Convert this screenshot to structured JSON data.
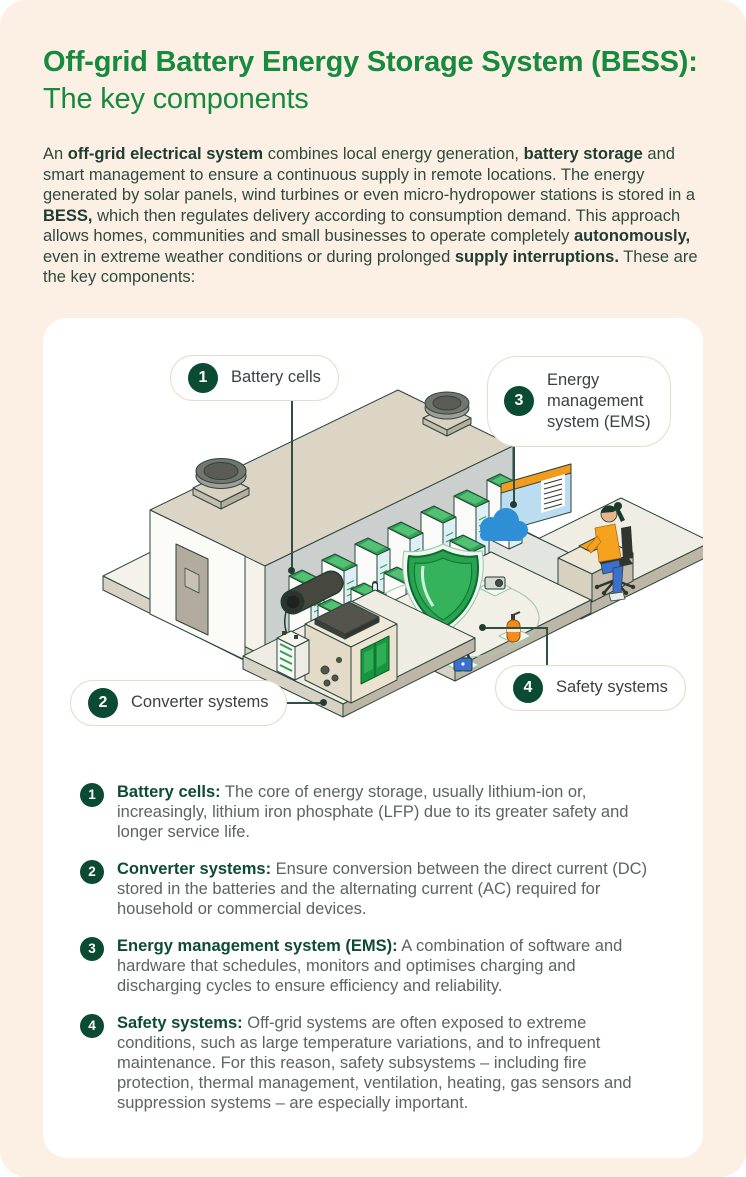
{
  "title": {
    "bold": "Off-grid Battery Energy Storage System (BESS):",
    "regular": "The key components"
  },
  "intro": {
    "s1": "An ",
    "b1": "off-grid electrical system",
    "s2": " combines local energy generation, ",
    "b2": "battery storage",
    "s3": " and smart management to ensure a continuous supply in remote locations. The energy generated by solar panels, wind turbines or even micro-hydropower stations is stored in a ",
    "b3": "BESS,",
    "s4": " which then regulates delivery according to consumption demand. This approach allows homes, communities and small businesses to operate completely ",
    "b4": "autonomously,",
    "s5": " even in extreme weather conditions or during prolonged ",
    "b5": "supply interruptions.",
    "s6": " These are the key components:"
  },
  "callouts": [
    {
      "number": "1",
      "label": "Battery cells"
    },
    {
      "number": "2",
      "label": "Converter systems"
    },
    {
      "number": "3",
      "label": "Energy management system (EMS)"
    },
    {
      "number": "4",
      "label": "Safety systems"
    }
  ],
  "legend": [
    {
      "number": "1",
      "lead": "Battery cells:",
      "body": " The core of energy storage, usually lithium-ion or, increasingly, lithium iron phosphate (LFP) due to its greater safety and longer service life."
    },
    {
      "number": "2",
      "lead": "Converter systems:",
      "body": " Ensure conversion between the direct current (DC) stored in the batteries and the alternating current (AC) required for household or commercial devices."
    },
    {
      "number": "3",
      "lead": "Energy management system (EMS):",
      "body": " A combination of software and hardware that schedules, monitors and optimises charging and discharging cycles to ensure efficiency and reliability."
    },
    {
      "number": "4",
      "lead": "Safety systems:",
      "body": " Off-grid systems are often exposed to extreme conditions, such as large temperature variations, and to infrequent maintenance. For this reason, safety subsystems – including fire protection, thermal management, ventilation, heating, gas sensors and suppression systems – are especially important."
    }
  ],
  "illustration": {
    "scene": "isometric-bess-facility",
    "elements": [
      "battery-room",
      "roof-vent",
      "battery-cabinets",
      "door",
      "converter-cabinet",
      "dc-battery-module",
      "cable-drum",
      "safety-shield",
      "thermometer",
      "gas-detector",
      "padlock",
      "fire-extinguisher",
      "sensor-camera",
      "ems-dashboard",
      "cloud",
      "operator-at-desk",
      "office-chair",
      "laptop"
    ]
  },
  "colors": {
    "page_panel": "#FCF0E4",
    "card": "#FFFFFF",
    "title_green": "#168A3E",
    "badge_green": "#0C4B33",
    "text_green": "#2E4A3F",
    "body_gray": "#5C6360",
    "connector": "#2F4F43",
    "illustration_green": "#2FA352",
    "accent_orange": "#F6A21E",
    "accent_blue": "#2E8FD6"
  }
}
